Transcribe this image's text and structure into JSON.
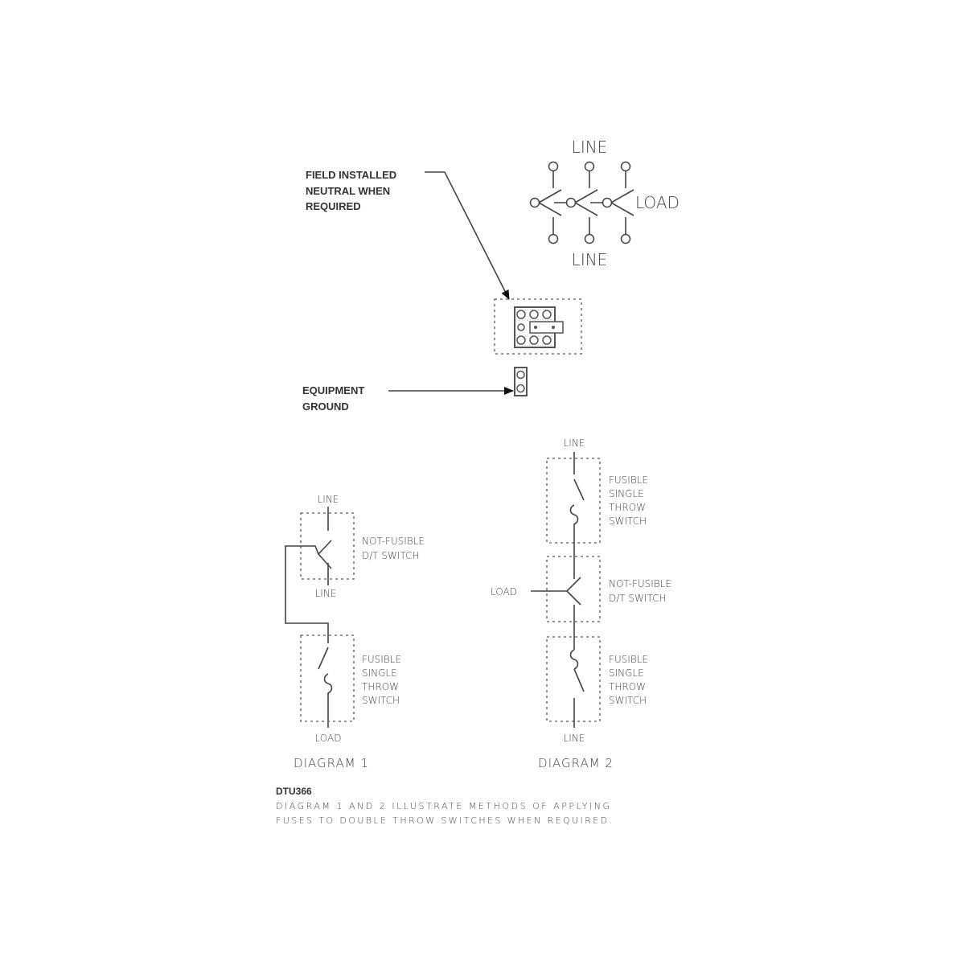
{
  "top_switch": {
    "line_top": "LINE",
    "line_bottom": "LINE",
    "load": "LOAD"
  },
  "neutral_label": [
    "FIELD INSTALLED",
    "NEUTRAL WHEN",
    "REQUIRED"
  ],
  "ground_label": [
    "EQUIPMENT",
    "GROUND"
  ],
  "diagram1": {
    "line_top": "LINE",
    "line_mid": "LINE",
    "load": "LOAD",
    "dt_label": [
      "NOT-FUSIBLE",
      "D/T SWITCH"
    ],
    "fuse_label": [
      "FUSIBLE",
      "SINGLE",
      "THROW",
      "SWITCH"
    ],
    "title": "DIAGRAM 1"
  },
  "diagram2": {
    "line_top": "LINE",
    "line_bottom": "LINE",
    "load": "LOAD",
    "fuse_label_top": [
      "FUSIBLE",
      "SINGLE",
      "THROW",
      "SWITCH"
    ],
    "dt_label": [
      "NOT-FUSIBLE",
      "D/T SWITCH"
    ],
    "fuse_label_bottom": [
      "FUSIBLE",
      "SINGLE",
      "THROW",
      "SWITCH"
    ],
    "title": "DIAGRAM 2"
  },
  "caption": {
    "code": "DTU366",
    "lines": [
      "DIAGRAM 1 AND 2 ILLUSTRATE METHODS OF APPLYING",
      "FUSES TO DOUBLE THROW SWITCHES WHEN REQUIRED."
    ]
  }
}
